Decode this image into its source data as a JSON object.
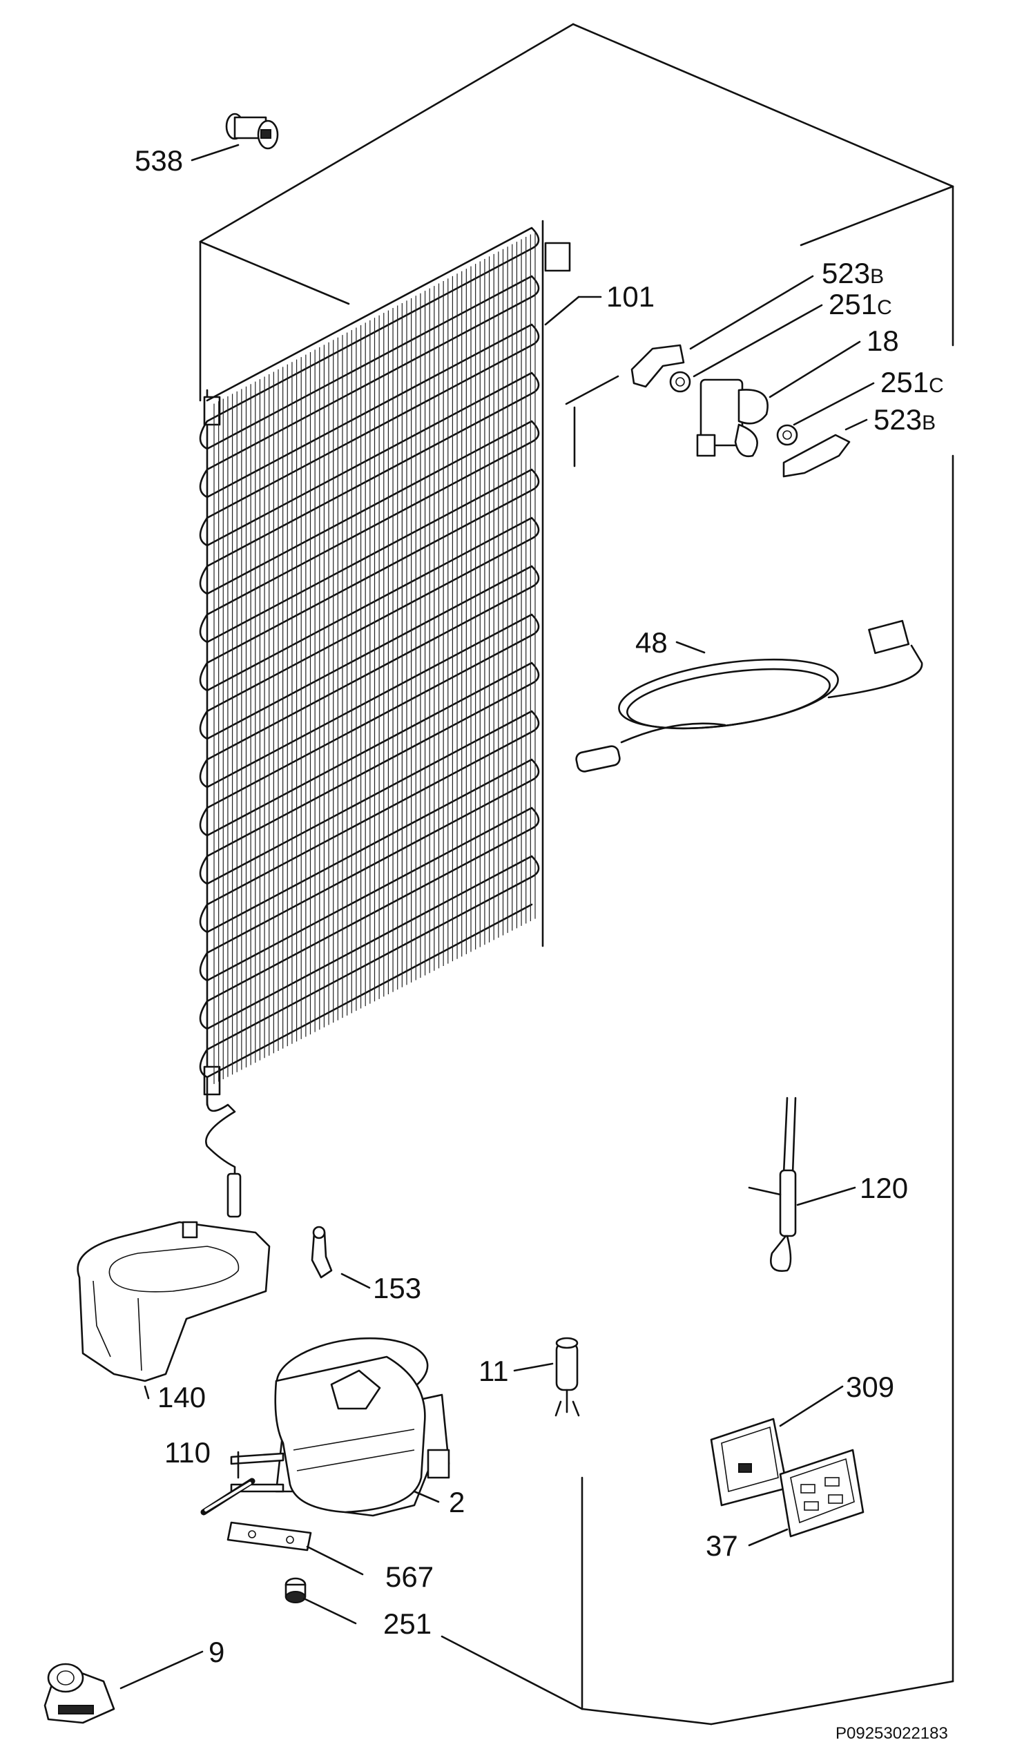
{
  "diagram": {
    "code": "P09253022183",
    "callouts": [
      {
        "id": "538",
        "text": "538",
        "suffix": ""
      },
      {
        "id": "101",
        "text": "101",
        "suffix": ""
      },
      {
        "id": "523b-top",
        "text": "523",
        "suffix": "B"
      },
      {
        "id": "251c-top",
        "text": "251",
        "suffix": "C"
      },
      {
        "id": "18",
        "text": "18",
        "suffix": ""
      },
      {
        "id": "251c-bottom",
        "text": "251",
        "suffix": "C"
      },
      {
        "id": "523b-bottom",
        "text": "523",
        "suffix": "B"
      },
      {
        "id": "48",
        "text": "48",
        "suffix": ""
      },
      {
        "id": "120",
        "text": "120",
        "suffix": ""
      },
      {
        "id": "153",
        "text": "153",
        "suffix": ""
      },
      {
        "id": "140",
        "text": "140",
        "suffix": ""
      },
      {
        "id": "11",
        "text": "11",
        "suffix": ""
      },
      {
        "id": "309",
        "text": "309",
        "suffix": ""
      },
      {
        "id": "110",
        "text": "110",
        "suffix": ""
      },
      {
        "id": "2",
        "text": "2",
        "suffix": ""
      },
      {
        "id": "37",
        "text": "37",
        "suffix": ""
      },
      {
        "id": "567",
        "text": "567",
        "suffix": ""
      },
      {
        "id": "251",
        "text": "251",
        "suffix": ""
      },
      {
        "id": "9",
        "text": "9",
        "suffix": ""
      }
    ]
  }
}
